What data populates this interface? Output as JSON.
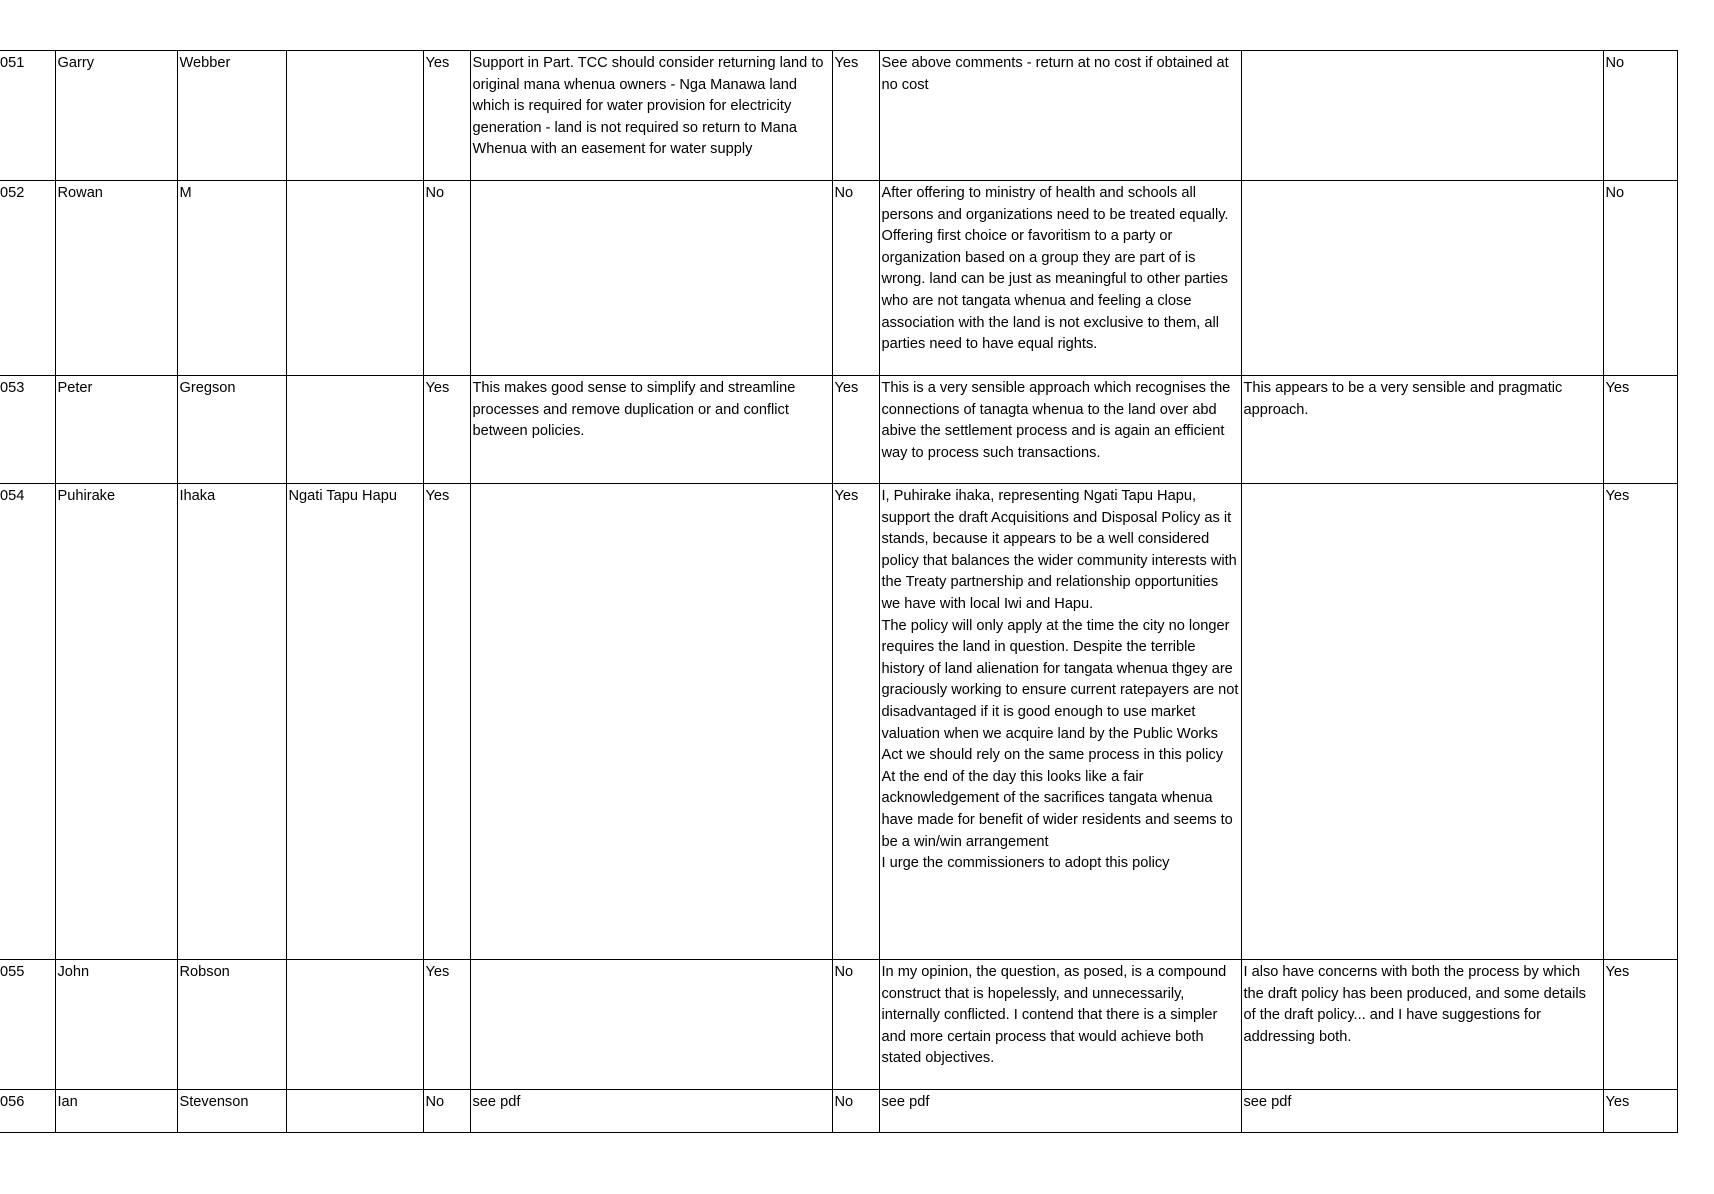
{
  "rows": [
    {
      "id": "051",
      "first_name": "Garry",
      "last_name": "Webber",
      "organisation": "",
      "q1": "Yes",
      "q1_comment": "Support in Part. TCC should consider returning land to original mana whenua owners - Nga Manawa land which is required for water provision for electricity generation - land is not required so return to Mana Whenua with an easement for water supply",
      "q2": "Yes",
      "q2_comment": "See above comments - return at no cost if obtained at no cost",
      "q3_comment": "",
      "q4": "No"
    },
    {
      "id": "052",
      "first_name": "Rowan",
      "last_name": "M",
      "organisation": "",
      "q1": "No",
      "q1_comment": "",
      "q2": "No",
      "q2_comment": "After offering to ministry of health and schools all persons and organizations need to be treated equally. Offering first choice or favoritism to a party or organization based on a group they are part of is wrong. land can be just as meaningful to other parties who are not tangata whenua and feeling a close association with the land is not exclusive to them, all parties need to have equal rights.",
      "q3_comment": "",
      "q4": "No"
    },
    {
      "id": "053",
      "first_name": "Peter",
      "last_name": "Gregson",
      "organisation": "",
      "q1": "Yes",
      "q1_comment": "This makes good sense to simplify and streamline processes and remove duplication or and conflict between policies.",
      "q2": "Yes",
      "q2_comment": "This is a very sensible approach which recognises the connections of tanagta whenua to the land over abd abive the settlement process and is again an efficient way to process such transactions.",
      "q3_comment": "This appears to be a very sensible and pragmatic approach.",
      "q4": "Yes"
    },
    {
      "id": "054",
      "first_name": "Puhirake",
      "last_name": "Ihaka",
      "organisation": "Ngati Tapu Hapu",
      "q1": "Yes",
      "q1_comment": "",
      "q2": "Yes",
      "q2_comment": "I, Puhirake ihaka, representing Ngati Tapu Hapu, support the draft  Acquisitions and Disposal Policy as it stands, because it appears to be a well considered policy that balances the wider community interests with the Treaty partnership and relationship opportunities we have with local Iwi and Hapu.\nThe policy will only apply at the time the city no longer requires the land in question. Despite the terrible history of land alienation for tangata whenua thgey are graciously working to ensure current ratepayers are not disadvantaged if it is good enough to use  market valuation when we acquire land by the Public Works Act we should rely on the same process in this policy\nAt the end of the day this looks like a fair acknowledgement of the sacrifices tangata whenua have made for benefit of wider residents and seems to be a win/win arrangement\nI urge the commissioners to adopt this policy",
      "q3_comment": "",
      "q4": "Yes"
    },
    {
      "id": "055",
      "first_name": "John",
      "last_name": "Robson",
      "organisation": "",
      "q1": "Yes",
      "q1_comment": "",
      "q2": "No",
      "q2_comment": "In my opinion, the question, as posed, is a compound construct that is hopelessly, and unnecessarily, internally conflicted.  I contend that there is a simpler and more certain process that would achieve both stated objectives.",
      "q3_comment": "I also have concerns with both the process by which the draft policy has been produced, and some details of the draft policy... and I have suggestions for addressing both.",
      "q4": "Yes"
    },
    {
      "id": "056",
      "first_name": "Ian",
      "last_name": "Stevenson",
      "organisation": "",
      "q1": "No",
      "q1_comment": "see pdf",
      "q2": "No",
      "q2_comment": "see pdf",
      "q3_comment": "see pdf",
      "q4": "Yes"
    }
  ]
}
